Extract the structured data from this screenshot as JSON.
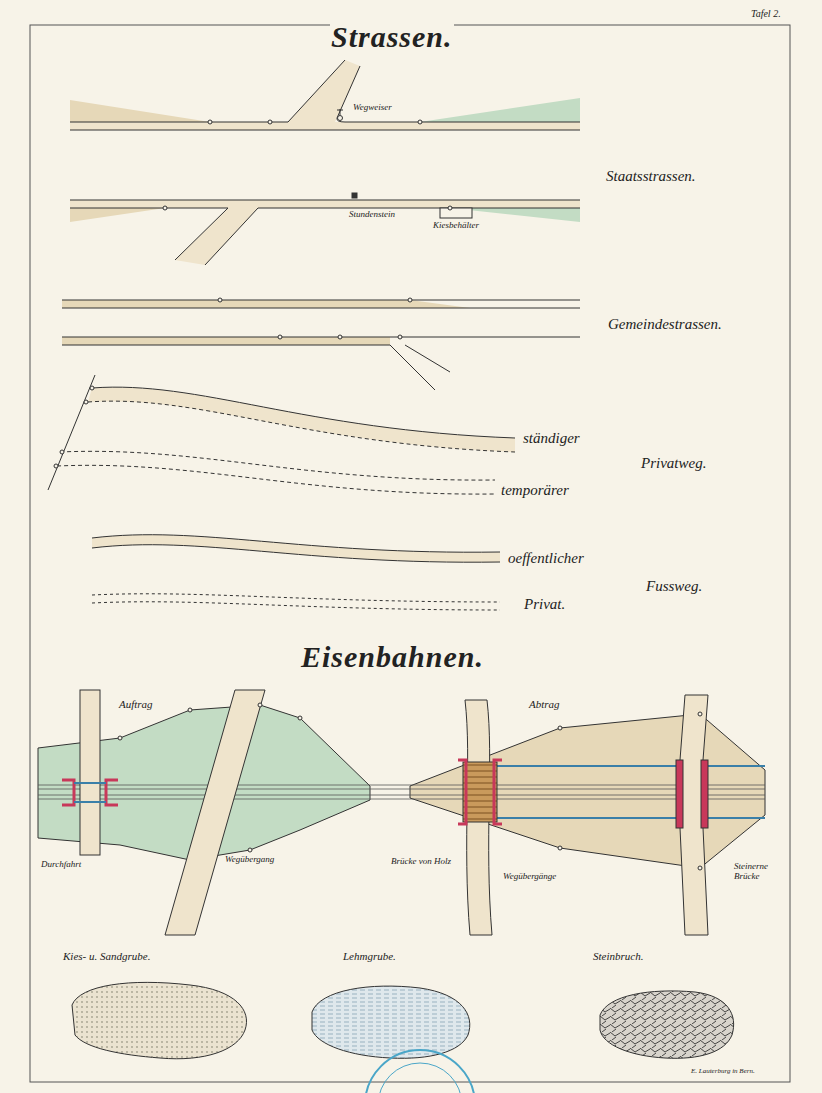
{
  "diagram": {
    "labels": [
      "Tafel 2.",
      "Strassen.",
      "Wegweiser",
      "Staatsstrassen.",
      "Stundenstein",
      "Kiesbehälter",
      "Gemeindestrassen.",
      "ständiger",
      "Privatweg.",
      "temporärer",
      "oeffentlicher",
      "Fussweg.",
      "Privat.",
      "Eisenbahnen.",
      "Auftrag",
      "Abtrag",
      "Durchfahrt",
      "Wegübergang",
      "Brücke von Holz",
      "Wegübergänge",
      "Steinerne Brücke",
      "Kies- u. Sandgrube.",
      "Lehmgrube.",
      "Steinbruch.",
      "E. Lauterburg in Bern."
    ]
  }
}
